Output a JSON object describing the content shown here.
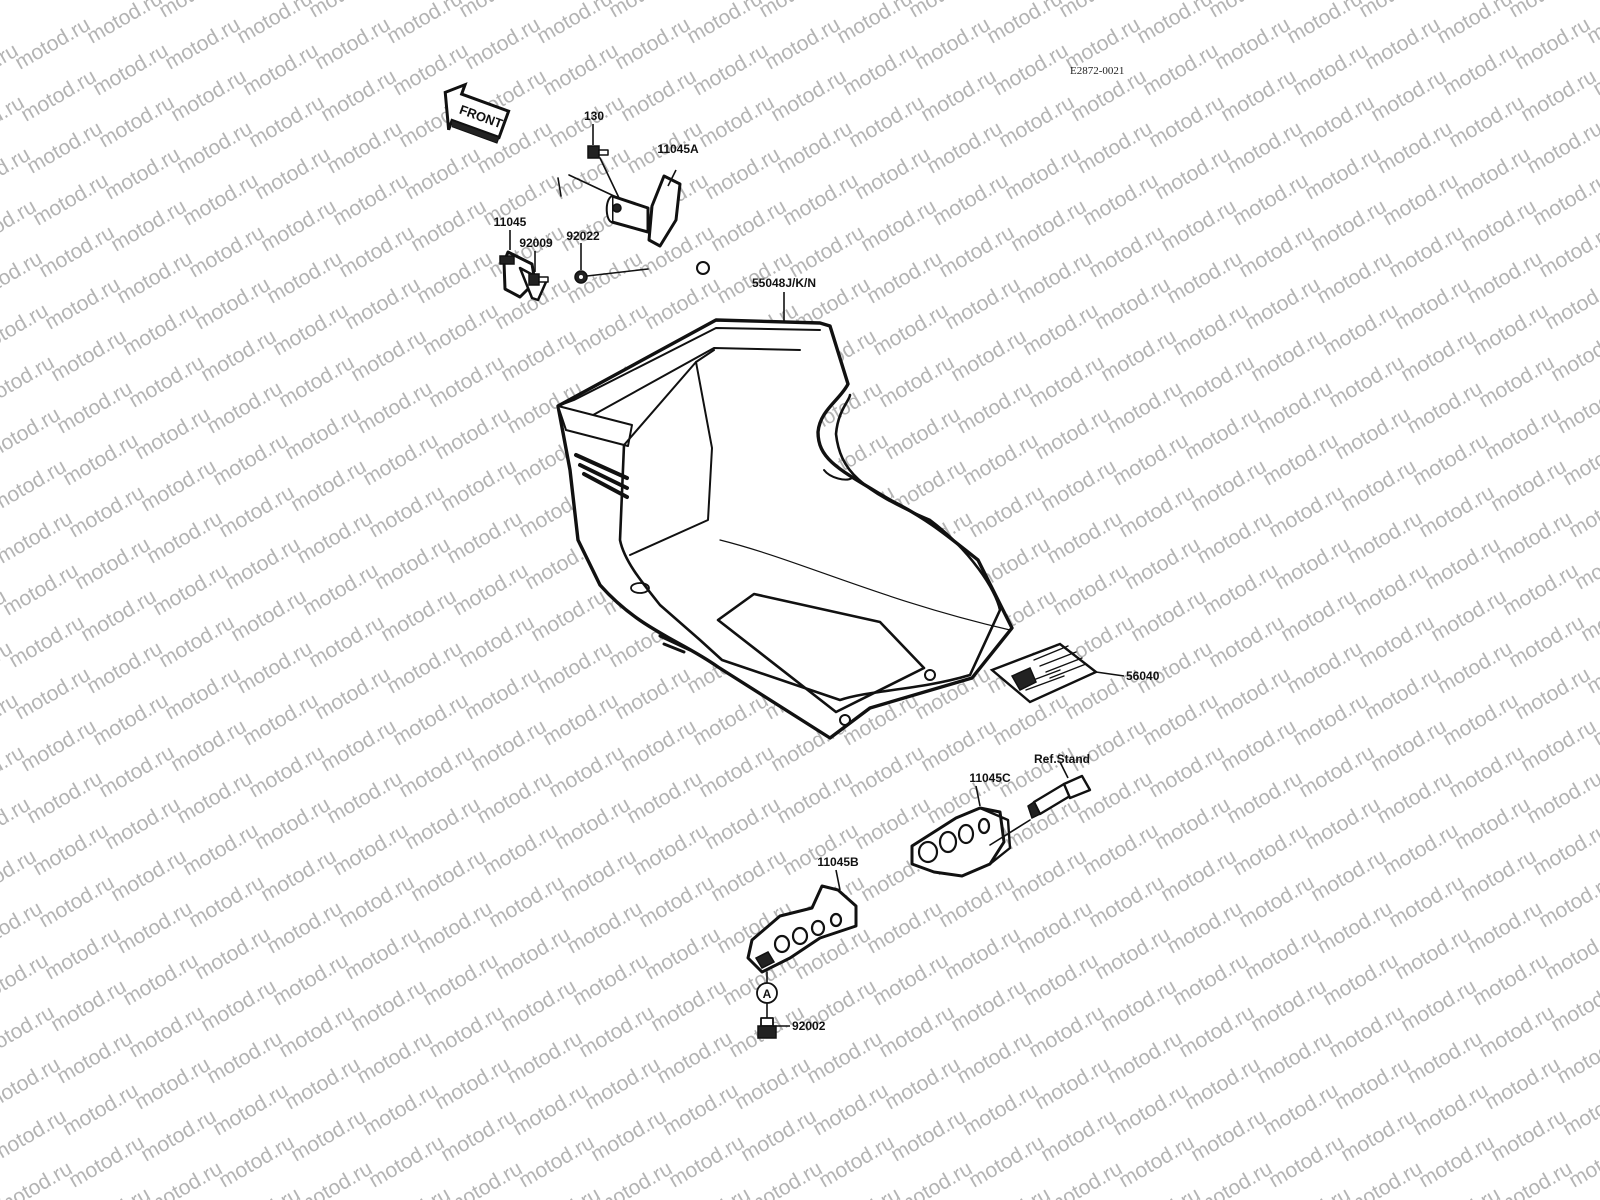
{
  "drawing_code": "E2872-0021",
  "watermark_text": "motod.ru",
  "front_arrow_label": "FRONT",
  "callouts": {
    "p130": "130",
    "p11045A": "11045A",
    "p11045": "11045",
    "p55048": "55048J/K/N",
    "p92009": "92009",
    "p92022": "92022",
    "p56040": "56040",
    "ref_stand": "Ref.Stand",
    "p11045C": "11045C",
    "p11045B": "11045B",
    "p92002": "92002"
  },
  "circle_marker": "A",
  "colors": {
    "line": "#111111",
    "watermark": "#b4b4b4",
    "background": "#ffffff"
  }
}
